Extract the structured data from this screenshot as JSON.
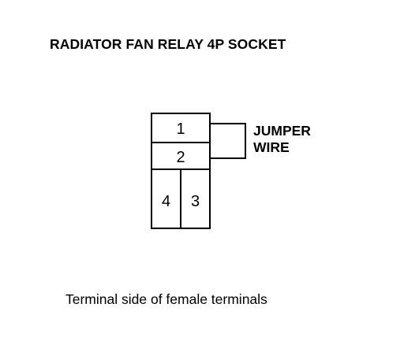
{
  "title": "RADIATOR FAN RELAY 4P SOCKET",
  "socket": {
    "terminals": [
      {
        "number": "1"
      },
      {
        "number": "2"
      },
      {
        "number": "4"
      },
      {
        "number": "3"
      }
    ]
  },
  "jumper": {
    "label_line1": "JUMPER",
    "label_line2": "WIRE"
  },
  "caption": "Terminal side of female terminals"
}
